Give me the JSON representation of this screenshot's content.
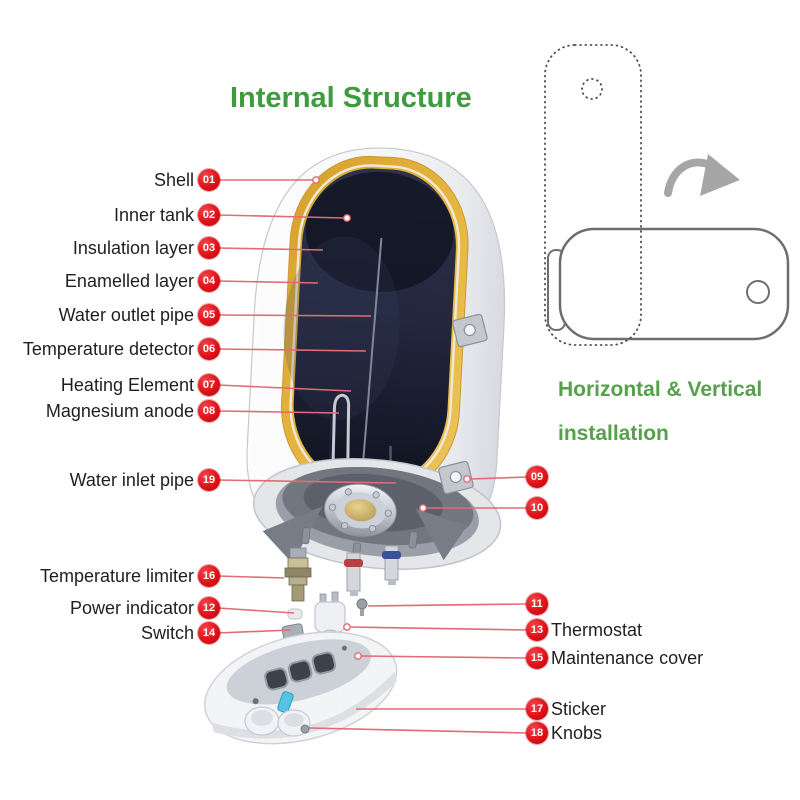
{
  "title": "Internal Structure",
  "installation": {
    "caption": "Horizontal & Vertical installation"
  },
  "callouts": [
    {
      "id": "shell",
      "num": "01",
      "label": "Shell",
      "side": "left"
    },
    {
      "id": "inner-tank",
      "num": "02",
      "label": "Inner tank",
      "side": "left"
    },
    {
      "id": "insulation-layer",
      "num": "03",
      "label": "Insulation layer",
      "side": "left"
    },
    {
      "id": "enamelled-layer",
      "num": "04",
      "label": "Enamelled layer",
      "side": "left"
    },
    {
      "id": "water-outlet-pipe",
      "num": "05",
      "label": "Water outlet pipe",
      "side": "left"
    },
    {
      "id": "temperature-detector",
      "num": "06",
      "label": "Temperature detector",
      "side": "left"
    },
    {
      "id": "heating-element",
      "num": "07",
      "label": "Heating Element",
      "side": "left"
    },
    {
      "id": "magnesium-anode",
      "num": "08",
      "label": "Magnesium anode",
      "side": "left"
    },
    {
      "id": "water-inlet-pipe",
      "num": "19",
      "label": "Water inlet pipe",
      "side": "left"
    },
    {
      "id": "temperature-limiter",
      "num": "16",
      "label": "Temperature limiter",
      "side": "left"
    },
    {
      "id": "power-indicator",
      "num": "12",
      "label": "Power indicator",
      "side": "left"
    },
    {
      "id": "switch",
      "num": "14",
      "label": "Switch",
      "side": "left"
    },
    {
      "id": "mounting-bracket",
      "num": "09",
      "label": "",
      "side": "right"
    },
    {
      "id": "tank-bottom",
      "num": "10",
      "label": "",
      "side": "right"
    },
    {
      "id": "screw",
      "num": "11",
      "label": "",
      "side": "right"
    },
    {
      "id": "thermostat",
      "num": "13",
      "label": "Thermostat",
      "side": "right"
    },
    {
      "id": "maintenance-cover",
      "num": "15",
      "label": "Maintenance cover",
      "side": "right"
    },
    {
      "id": "sticker",
      "num": "17",
      "label": "Sticker",
      "side": "right"
    },
    {
      "id": "knobs",
      "num": "18",
      "label": "Knobs",
      "side": "right"
    }
  ],
  "colors": {
    "accent_green": "#3f9b3f",
    "caption_green": "#55a04a",
    "badge_red": "#e01118",
    "leader_line": "#e26b76",
    "insulation_yellow": "#e2b13c",
    "tank_navy": "#1c2133"
  }
}
